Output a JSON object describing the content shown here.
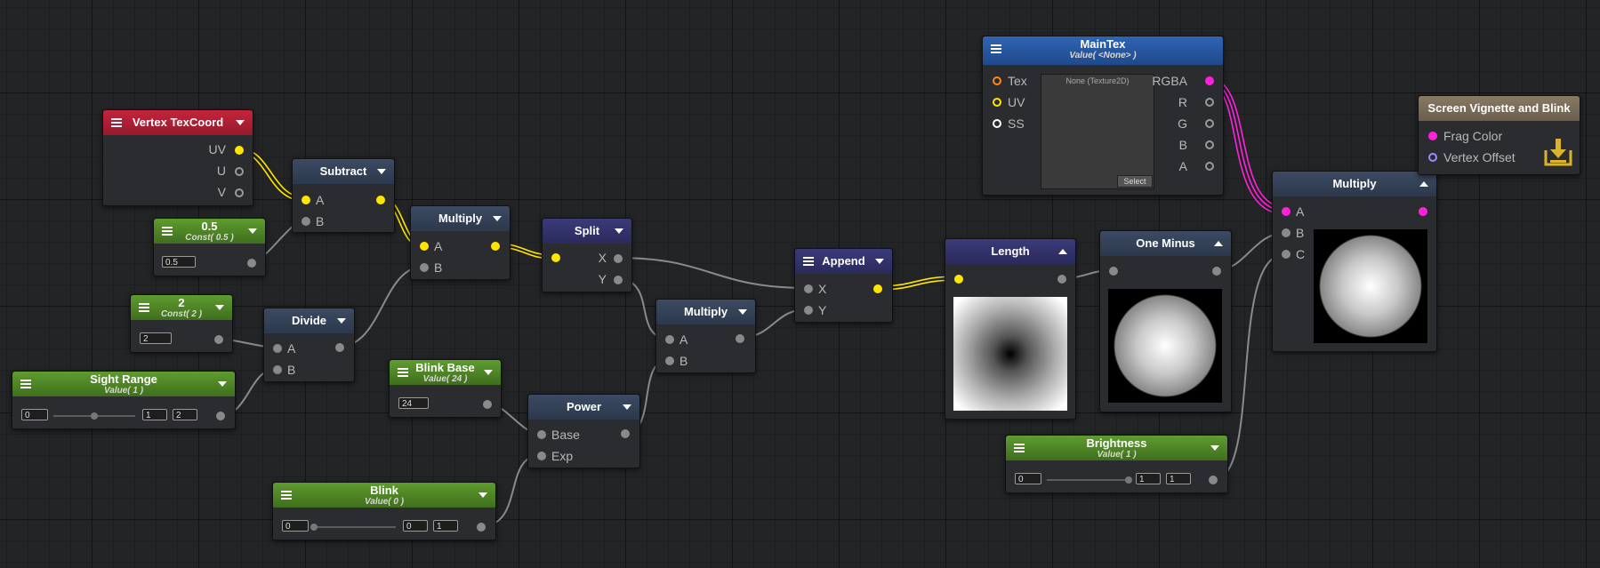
{
  "nodes": {
    "vertex_texcoord": {
      "title": "Vertex TexCoord",
      "outputs": [
        "UV",
        "U",
        "V"
      ]
    },
    "const_half": {
      "title": "0.5",
      "subtitle": "Const( 0.5 )",
      "field": "0.5"
    },
    "const_two": {
      "title": "2",
      "subtitle": "Const( 2 )",
      "field": "2"
    },
    "sight_range": {
      "title": "Sight Range",
      "subtitle": "Value( 1 )",
      "min": "0",
      "value": "1",
      "max": "2",
      "slider_fraction": 0.5
    },
    "subtract": {
      "title": "Subtract",
      "inputs": [
        "A",
        "B"
      ]
    },
    "divide": {
      "title": "Divide",
      "inputs": [
        "A",
        "B"
      ]
    },
    "multiply_1": {
      "title": "Multiply",
      "inputs": [
        "A",
        "B"
      ]
    },
    "blink_base": {
      "title": "Blink Base",
      "subtitle": "Value( 24 )",
      "field": "24"
    },
    "blink": {
      "title": "Blink",
      "subtitle": "Value( 0 )",
      "min": "0",
      "value": "0",
      "max": "1",
      "slider_fraction": 0.0
    },
    "power": {
      "title": "Power",
      "inputs": [
        "Base",
        "Exp"
      ]
    },
    "split": {
      "title": "Split",
      "outputs": [
        "X",
        "Y"
      ]
    },
    "multiply_2": {
      "title": "Multiply",
      "inputs": [
        "A",
        "B"
      ]
    },
    "append": {
      "title": "Append",
      "inputs": [
        "X",
        "Y"
      ]
    },
    "length": {
      "title": "Length"
    },
    "one_minus": {
      "title": "One Minus"
    },
    "main_tex": {
      "title": "MainTex",
      "subtitle": "Value( <None> )",
      "inputs": [
        "Tex",
        "UV",
        "SS"
      ],
      "outputs": [
        "RGBA",
        "R",
        "G",
        "B",
        "A"
      ],
      "texture_label": "None (Texture2D)",
      "select_label": "Select"
    },
    "brightness": {
      "title": "Brightness",
      "subtitle": "Value( 1 )",
      "min": "0",
      "value": "1",
      "max": "1",
      "slider_fraction": 1.0
    },
    "multiply_3": {
      "title": "Multiply",
      "inputs": [
        "A",
        "B",
        "C"
      ]
    },
    "output": {
      "title": "Screen Vignette and Blink",
      "inputs": [
        "Frag Color",
        "Vertex Offset"
      ]
    }
  },
  "colors": {
    "float_wire": "#8a8a8a",
    "vector2_wire": "#ffe600",
    "color_wire": "#ff22dd",
    "const_header": "#4f8a26",
    "texcoord_header": "#b01f35",
    "texture_header": "#2a5aa5",
    "output_header": "#7d6e5a"
  },
  "icons": {
    "node_menu": "hamburger-icon",
    "collapse": "triangle-down-icon",
    "expand": "triangle-up-icon",
    "output_node": "download-tray-icon"
  }
}
